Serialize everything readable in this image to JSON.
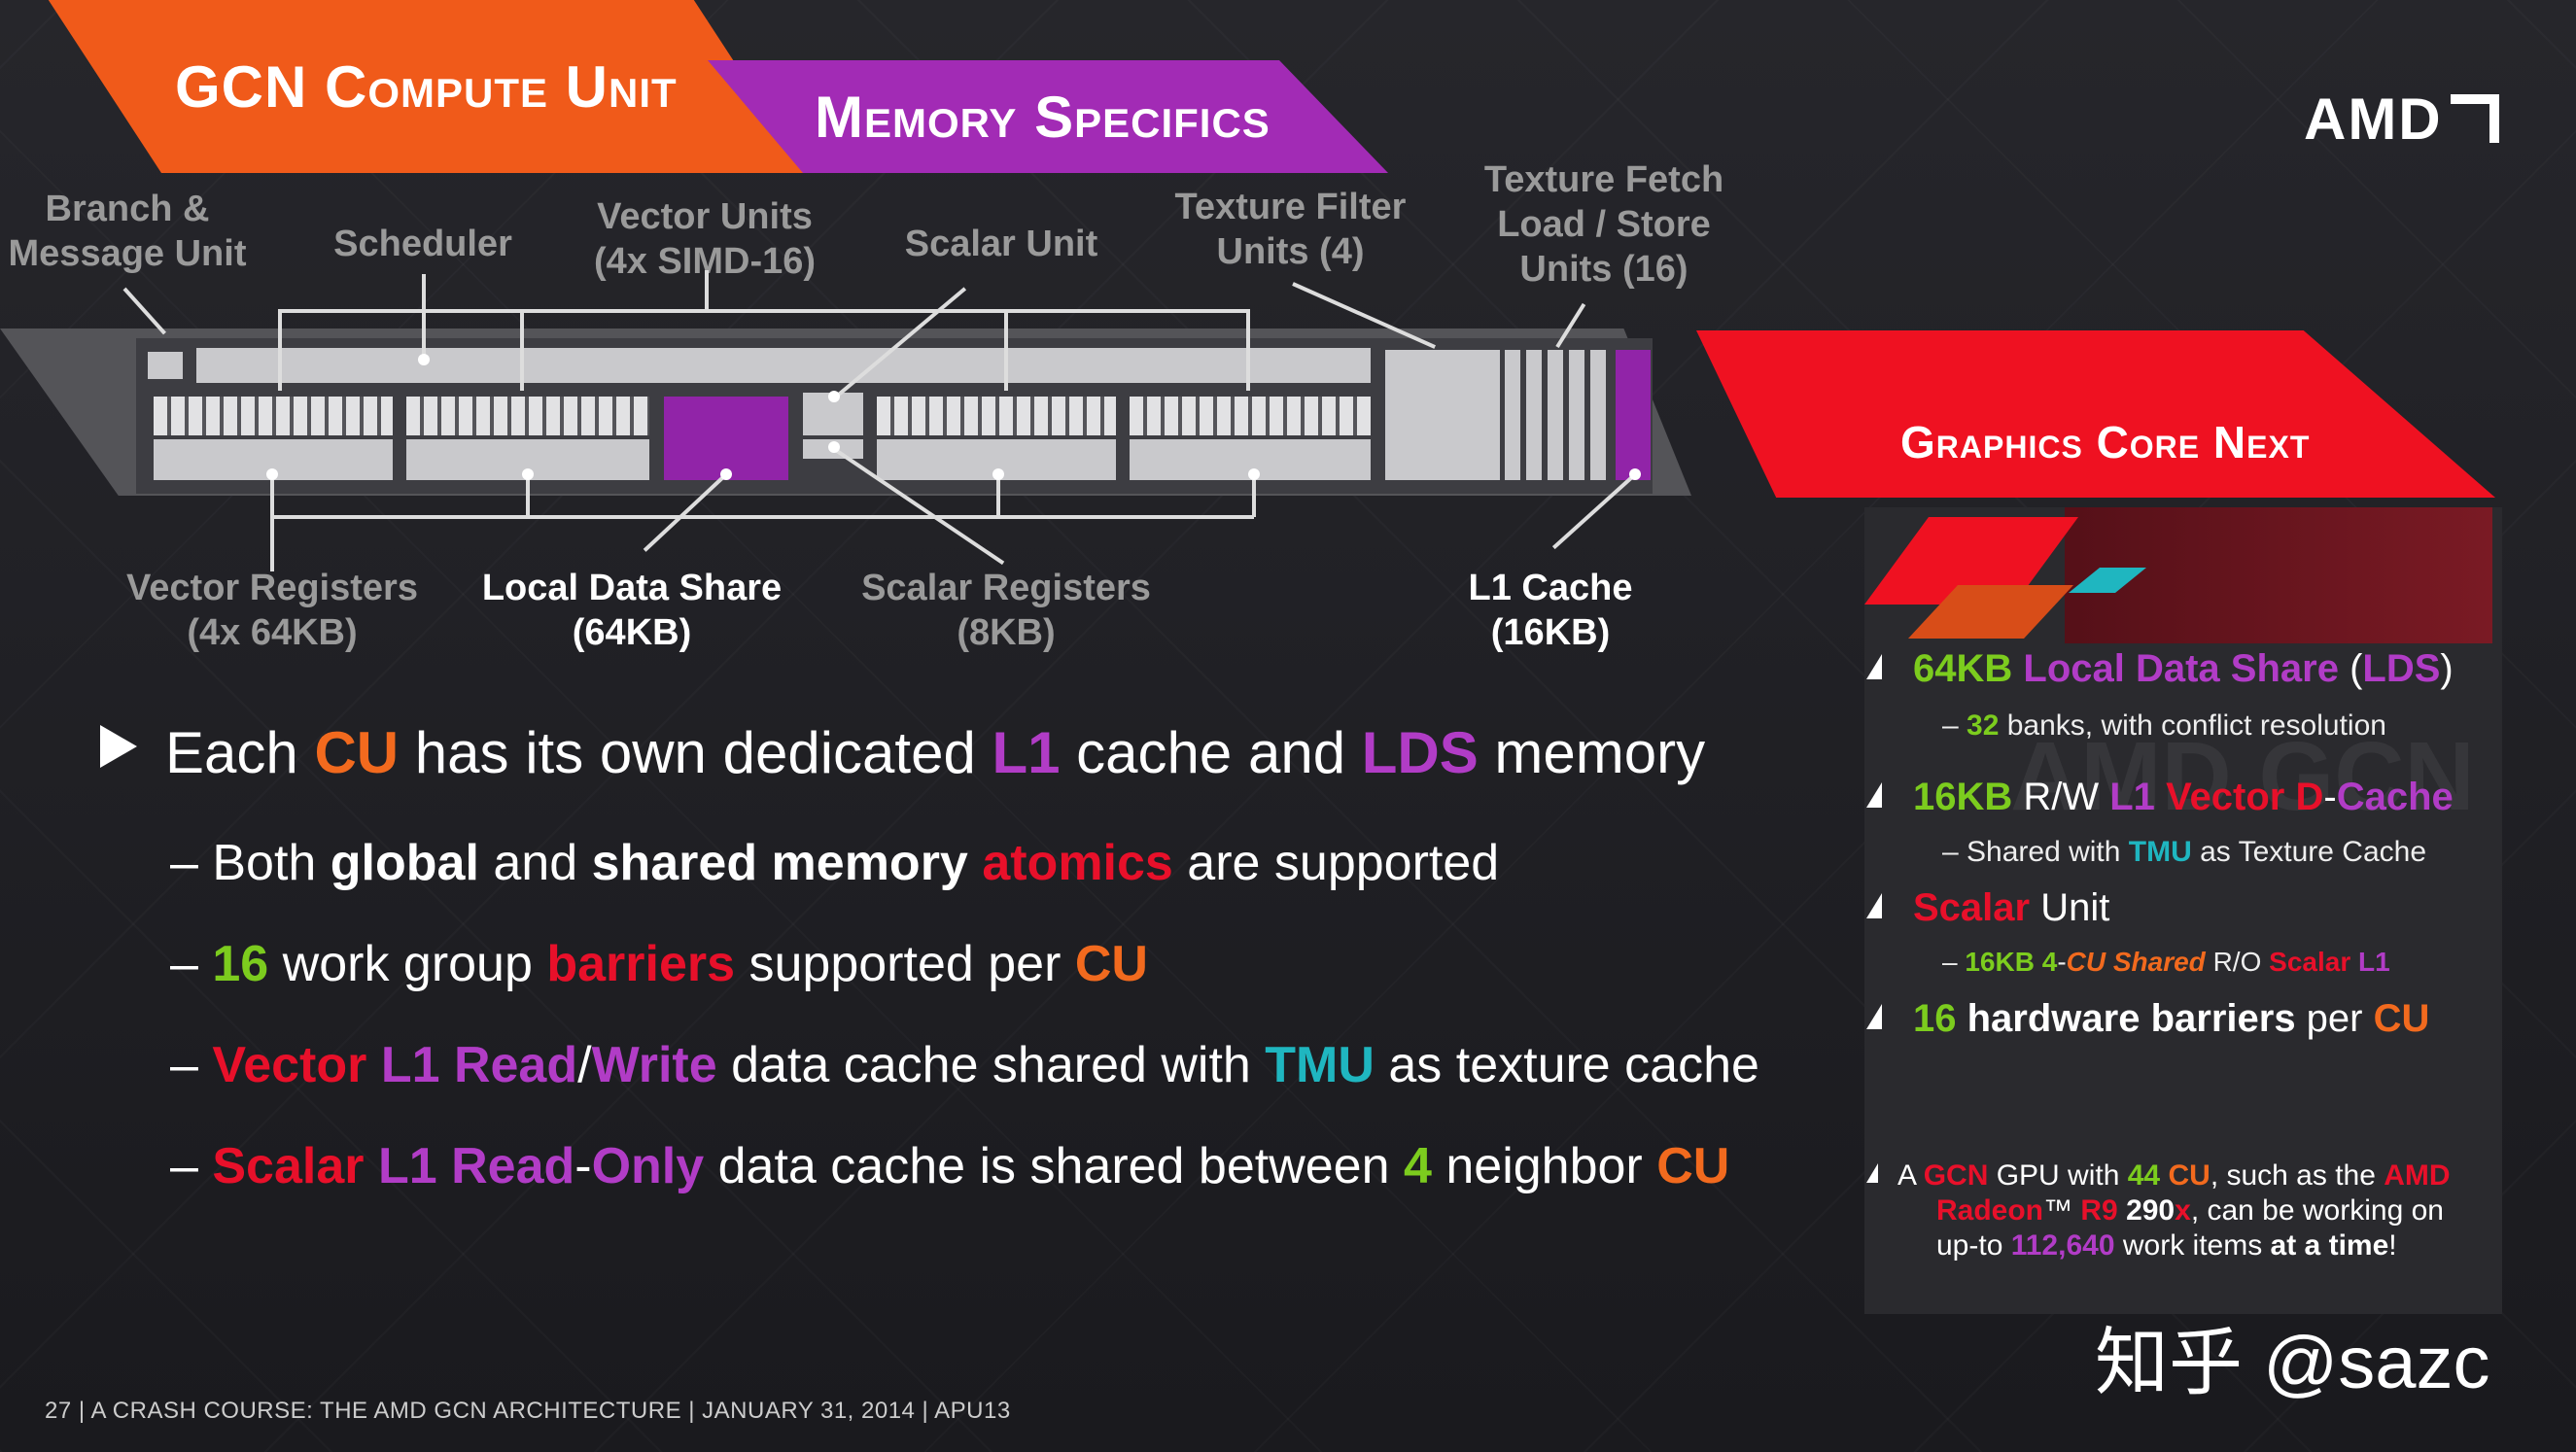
{
  "header": {
    "banner_left": "GCN Compute Unit",
    "banner_right": "Memory Specifics",
    "logo": "AMD"
  },
  "diagram": {
    "top_labels": {
      "branch": "Branch &\nMessage Unit",
      "scheduler": "Scheduler",
      "vector_units": "Vector Units\n(4x SIMD-16)",
      "scalar_unit": "Scalar Unit",
      "texture_filter": "Texture Filter\nUnits (4)",
      "texture_fetch": "Texture Fetch\nLoad / Store\nUnits (16)"
    },
    "bottom_labels": {
      "vector_registers": "Vector Registers\n(4x 64KB)",
      "lds": "Local Data Share\n(64KB)",
      "scalar_registers": "Scalar Registers\n(8KB)",
      "l1_cache": "L1 Cache\n(16KB)"
    }
  },
  "bullets": {
    "main": [
      "Each ",
      "CU",
      " has its own dedicated ",
      "L1",
      " cache and ",
      "LDS",
      " memory"
    ],
    "sub1": [
      "– Both ",
      "global",
      " and ",
      "shared memory",
      " ",
      "atomics",
      " are supported"
    ],
    "sub2": [
      "– ",
      "16",
      " work group ",
      "barriers",
      " supported per ",
      "CU"
    ],
    "sub3": [
      "– ",
      "Vector",
      " ",
      "L1",
      " ",
      "Read",
      "/",
      "Write",
      " data cache shared with ",
      "TMU",
      " as texture cache"
    ],
    "sub4": [
      "– ",
      "Scalar",
      " ",
      "L1",
      " ",
      "Read",
      "-",
      "Only",
      " data cache is shared between ",
      "4",
      " neighbor ",
      "CU"
    ]
  },
  "gcn_panel": {
    "title": "Graphics Core Next",
    "watermark": "AMD GCN",
    "item1": [
      "64KB",
      " ",
      "Local Data Share",
      " (",
      "LDS",
      ")"
    ],
    "item1_sub": [
      "– ",
      "32",
      " banks, with conflict resolution"
    ],
    "item2": [
      "16KB",
      " R/W ",
      "L1",
      " ",
      "Vector",
      " ",
      "D",
      "-",
      "Cache"
    ],
    "item2_sub": [
      "– Shared with ",
      "TMU",
      " as Texture Cache"
    ],
    "item3": [
      "Scalar",
      " Unit"
    ],
    "item3_sub": [
      "– ",
      "16KB",
      " ",
      "4",
      "-",
      "CU Shared",
      " R/O ",
      "Scalar",
      " ",
      "L1"
    ],
    "item4": [
      "16",
      " hardware barriers",
      " per ",
      "CU"
    ],
    "item5_l1": [
      "A ",
      "GCN",
      " GPU with ",
      "44",
      " ",
      "CU",
      ", such as the ",
      "AMD"
    ],
    "item5_l2": [
      "Radeon",
      "™ ",
      "R9",
      " ",
      "290",
      "x",
      ", can be working on"
    ],
    "item5_l3": [
      "up-to ",
      "112,640",
      " work items ",
      "at a time",
      "!"
    ]
  },
  "footer": "27   |   A CRASH COURSE: THE AMD GCN ARCHITECTURE   |   JANUARY 31, 2014   |   APU13",
  "watermark": "知乎 @sazc",
  "colors": {
    "orange": "#f26a1e",
    "purple": "#b13cc6",
    "red": "#e8102a",
    "green": "#7ccc1e",
    "teal": "#1fb6c0"
  }
}
